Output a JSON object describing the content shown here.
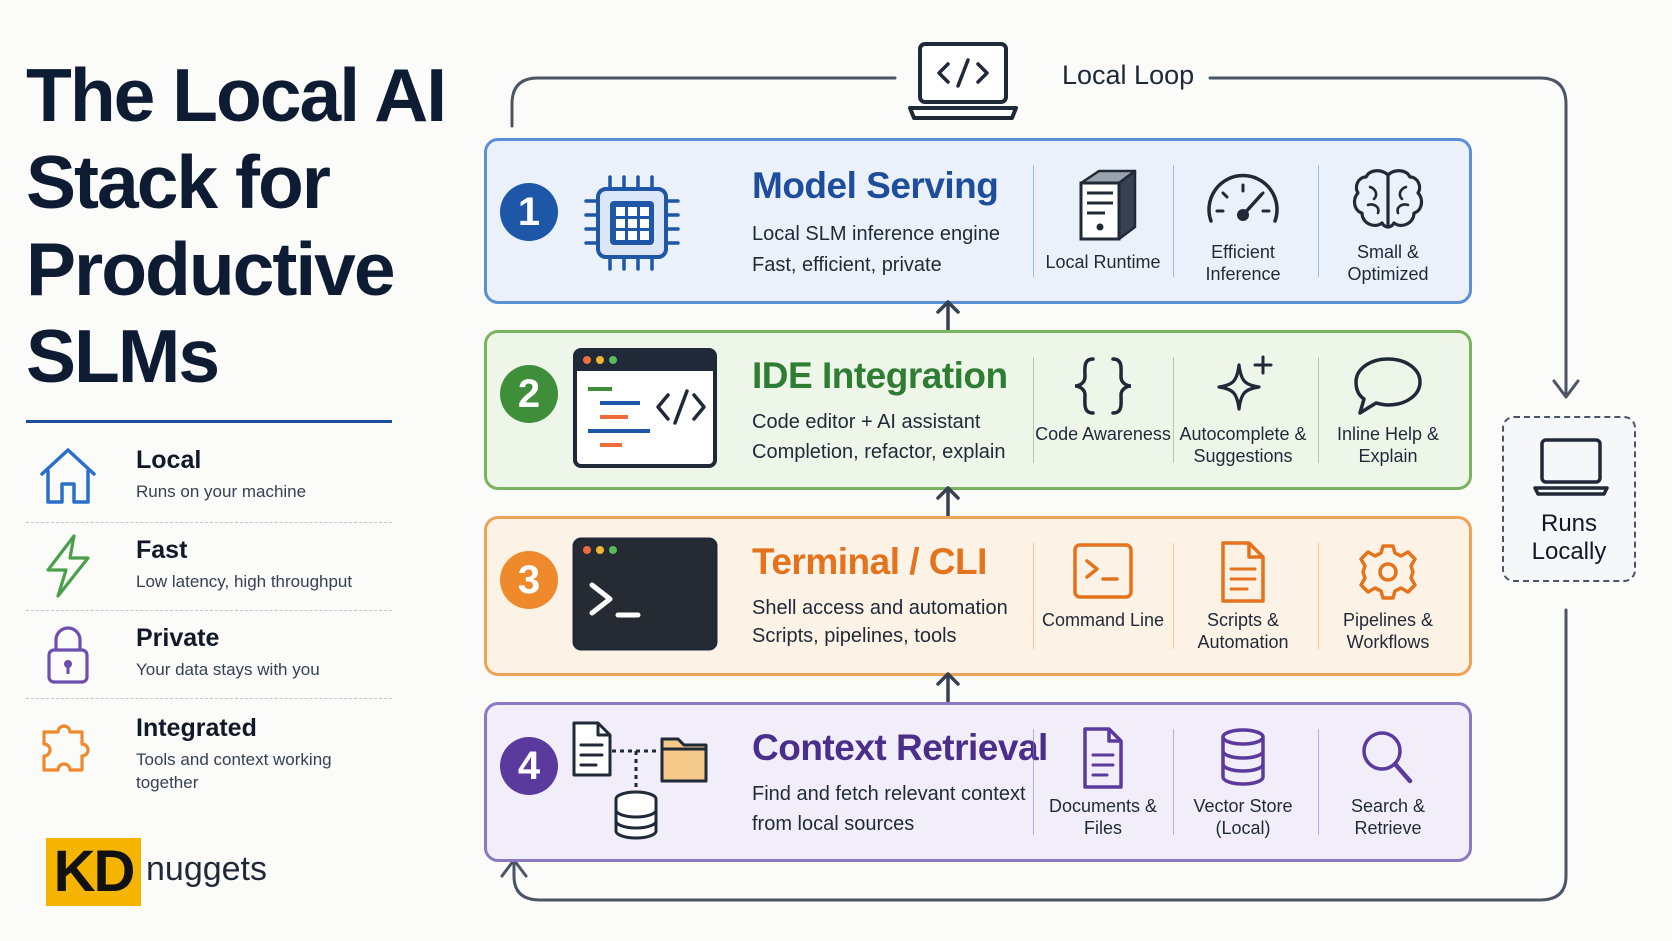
{
  "title": "The Local AI Stack for Productive SLMs",
  "features": [
    {
      "title": "Local",
      "desc": "Runs on your machine",
      "icon": "home-icon"
    },
    {
      "title": "Fast",
      "desc": "Low latency, high throughput",
      "icon": "lightning-icon"
    },
    {
      "title": "Private",
      "desc": "Your data stays with you",
      "icon": "lock-icon"
    },
    {
      "title": "Integrated",
      "desc": "Tools and context working together",
      "icon": "puzzle-icon"
    }
  ],
  "logo": {
    "kd": "KD",
    "nuggets": "nuggets"
  },
  "loop": {
    "label": "Local Loop",
    "runs_label": "Runs Locally"
  },
  "layers": [
    {
      "number": "1",
      "title": "Model Serving",
      "line1": "Local SLM inference engine",
      "line2": "Fast, efficient, private",
      "color": "#1e56a8",
      "icon": "chip-icon",
      "subs": [
        {
          "label": "Local Runtime",
          "icon": "server-icon"
        },
        {
          "label": "Efficient Inference",
          "icon": "gauge-icon"
        },
        {
          "label": "Small & Optimized",
          "icon": "brain-icon"
        }
      ]
    },
    {
      "number": "2",
      "title": "IDE Integration",
      "line1": "Code editor + AI assistant",
      "line2": "Completion, refactor, explain",
      "color": "#2e7d32",
      "icon": "code-editor-icon",
      "subs": [
        {
          "label": "Code Awareness",
          "icon": "braces-icon"
        },
        {
          "label": "Autocomplete & Suggestions",
          "icon": "sparkle-icon"
        },
        {
          "label": "Inline Help & Explain",
          "icon": "chat-bubble-icon"
        }
      ]
    },
    {
      "number": "3",
      "title": "Terminal / CLI",
      "line1": "Shell access and automation",
      "line2": "Scripts, pipelines, tools",
      "color": "#e3731c",
      "icon": "terminal-icon",
      "subs": [
        {
          "label": "Command Line",
          "icon": "command-line-icon"
        },
        {
          "label": "Scripts & Automation",
          "icon": "script-file-icon"
        },
        {
          "label": "Pipelines & Workflows",
          "icon": "gear-icon"
        }
      ]
    },
    {
      "number": "4",
      "title": "Context Retrieval",
      "line1": "Find and fetch relevant context",
      "line2": "from local sources",
      "color": "#5b3a9e",
      "icon": "retrieval-icon",
      "subs": [
        {
          "label": "Documents & Files",
          "icon": "document-icon"
        },
        {
          "label": "Vector Store (Local)",
          "icon": "database-icon"
        },
        {
          "label": "Search & Retrieve",
          "icon": "search-icon"
        }
      ]
    }
  ]
}
